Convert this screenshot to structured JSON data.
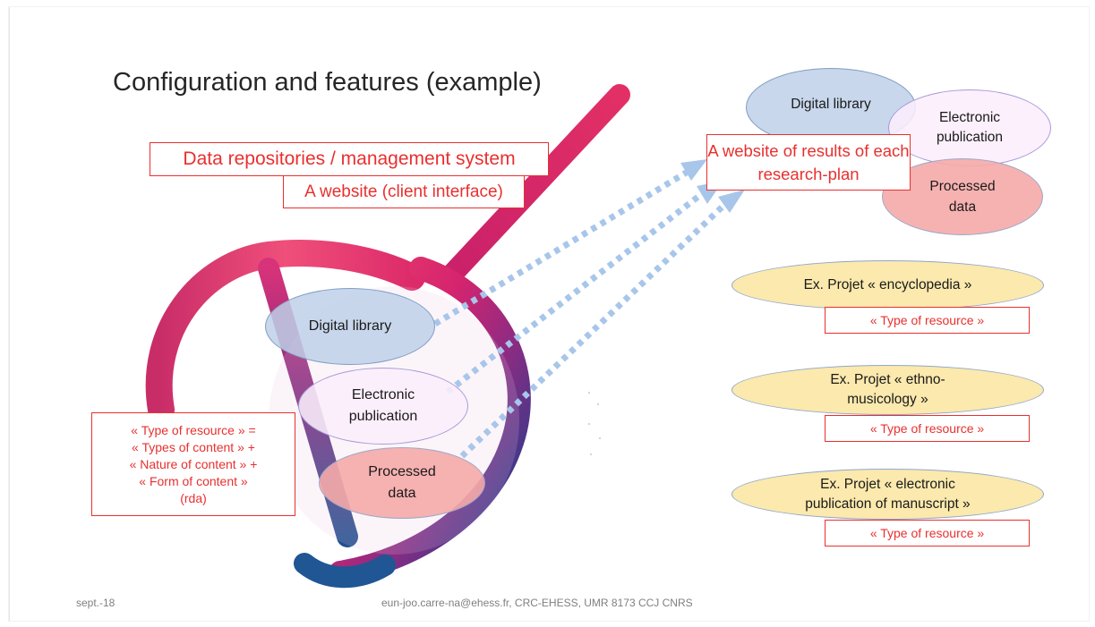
{
  "title": "Configuration and features (example)",
  "boxes": {
    "data_repositories": "Data repositories / management system",
    "website_client": "A website (client interface)",
    "website_results": "A website of results of each research-plan",
    "type_definition": {
      "line1": "« Type of resource » =",
      "line2": "« Types of content » +",
      "line3": "« Nature of content » +",
      "line4": "« Form of content »",
      "line5": "(rda)"
    }
  },
  "lens_items": {
    "digital_library": "Digital library",
    "electronic_publication": "Electronic publication",
    "processed_data": "Processed data"
  },
  "top_right_items": {
    "digital_library": "Digital library",
    "electronic_publication": "Electronic publication",
    "processed_data": "Processed data"
  },
  "projects": [
    {
      "name": "Ex. Projet « encyclopedia »",
      "type": "« Type of resource »"
    },
    {
      "name": "Ex. Projet « ethno-musicology »",
      "type": "« Type of resource »"
    },
    {
      "name": "Ex. Projet « electronic publication of manuscript »",
      "type": "« Type of resource »"
    }
  ],
  "footer": {
    "date": "sept.-18",
    "credit": "eun-joo.carre-na@ehess.fr, CRC-EHESS, UMR 8173 CCJ CNRS"
  }
}
